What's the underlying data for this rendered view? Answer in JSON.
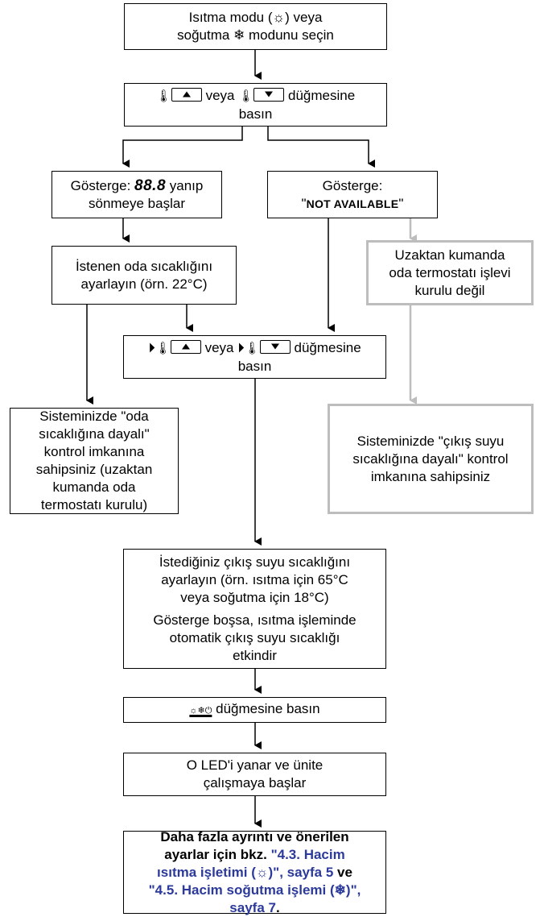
{
  "step1": {
    "line1_pre": "Isıtma modu (",
    "sun_icon": "☼",
    "line1_post": ") veya",
    "line2_pre": "soğutma ",
    "snow_icon": "❄",
    "line2_post": " modunu seçin"
  },
  "step2": {
    "thermo_icon": "🌡",
    "mid": " veya ",
    "post": " düğmesine",
    "line2": "basın"
  },
  "display_left": {
    "pre": "Gösterge: ",
    "segment": "88.8",
    "post": " yanıp",
    "line2": "sönmeye başlar"
  },
  "display_right": {
    "line1": "Gösterge:",
    "quote_open": "\"",
    "status": "NOT AVAILABLE",
    "quote_close": "\""
  },
  "set_room": {
    "line1": "İstenen oda sıcaklığını",
    "line2": "ayarlayın (örn. 22°C)"
  },
  "no_thermostat": {
    "line1": "Uzaktan kumanda",
    "line2": "oda termostatı işlevi",
    "line3": "kurulu değil"
  },
  "step_play": {
    "play_icon": "⏵",
    "mid": " veya ",
    "post": " düğmesine",
    "line2": "basın"
  },
  "room_control": {
    "l1": "Sisteminizde \"oda",
    "l2": "sıcaklığına dayalı\"",
    "l3": "kontrol imkanına",
    "l4": "sahipsiniz (uzaktan",
    "l5": "kumanda oda",
    "l6": "termostatı kurulu)"
  },
  "water_control": {
    "l1": "Sisteminizde \"çıkış suyu",
    "l2": "sıcaklığına dayalı\" kontrol",
    "l3": "imkanına sahipsiniz"
  },
  "set_water": {
    "l1": "İstediğiniz çıkış suyu sıcaklığını",
    "l2": "ayarlayın (örn. ısıtma için 65°C",
    "l3": "veya soğutma için 18°C)",
    "l4": "Gösterge boşsa, ısıtma işleminde",
    "l5": "otomatik çıkış suyu sıcaklığı",
    "l6": "etkindir"
  },
  "press_onoff": {
    "icon": "☼❄⏻",
    "label": " düğmesine basın"
  },
  "led": {
    "circle": "O",
    "line1": " LED'i yanar ve ünite",
    "line2": "çalışmaya başlar"
  },
  "note": {
    "l1": "Daha fazla ayrıntı ve önerilen",
    "l2_pre": "ayarlar için bkz. ",
    "l2_link": "\"4.3. Hacim",
    "l3_link_a": "ısıtma işletimi (",
    "l3_icon": "☼",
    "l3_link_b": ")\", sayfa 5",
    "l3_post": " ve",
    "l4_link_a": "\"4.5. Hacim soğutma işlemi (",
    "l4_icon": "❄",
    "l4_link_b": ")\",",
    "l5_link": "sayfa 7",
    "l5_post": "."
  },
  "colors": {
    "link": "#2b3a9b",
    "gray_border": "#bdbdbd",
    "line": "#000000"
  }
}
